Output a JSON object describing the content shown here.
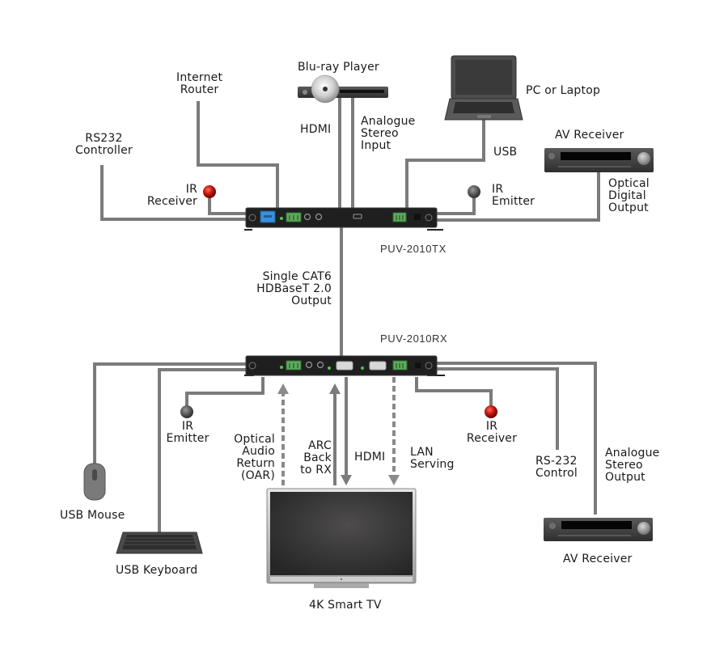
{
  "devices": {
    "transmitter": {
      "model": "PUV-2010TX"
    },
    "receiver": {
      "model": "PUV-2010RX"
    }
  },
  "labels": {
    "internet_router": "Internet\nRouter",
    "bluray_player": "Blu-ray Player",
    "pc_laptop": "PC or Laptop",
    "rs232_controller": "RS232\nController",
    "tx_hdmi": "HDMI",
    "analogue_stereo_input": "Analogue\nStereo\nInput",
    "tx_usb": "USB",
    "tx_av_receiver": "AV Receiver",
    "tx_ir_receiver": "IR\nReceiver",
    "tx_ir_emitter": "IR\nEmitter",
    "optical_digital_output": "Optical\nDigital\nOutput",
    "hdbaset_link": "Single CAT6\nHDBaseT 2.0\nOutput",
    "rx_ir_emitter": "IR\nEmitter",
    "oar": "Optical\nAudio\nReturn\n(OAR)",
    "arc": "ARC\nBack\nto RX",
    "rx_hdmi": "HDMI",
    "lan_serving": "LAN\nServing",
    "rx_ir_receiver": "IR\nReceiver",
    "rs232_control": "RS-232\nControl",
    "analogue_stereo_output": "Analogue\nStereo\nOutput",
    "usb_mouse": "USB Mouse",
    "usb_keyboard": "USB Keyboard",
    "smart_tv": "4K Smart TV",
    "rx_av_receiver": "AV Receiver"
  },
  "colors": {
    "cable": "#7b7b7b",
    "device_body": "#222222",
    "ir_receiver_led": "#c0120c",
    "ir_emitter": "#555555",
    "terminal_green": "#5cab5c",
    "lan_port_blue": "#3a8fd8",
    "status_led": "#4cc44c"
  }
}
